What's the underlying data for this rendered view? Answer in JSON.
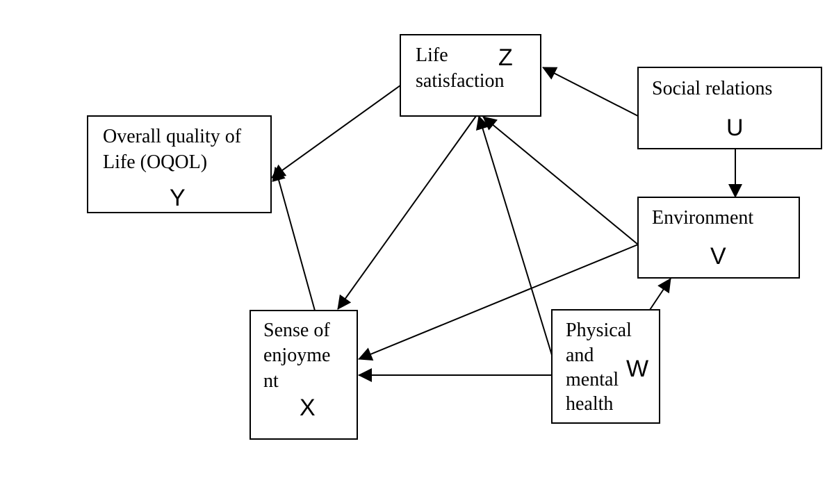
{
  "diagram": {
    "nodes": [
      {
        "id": "Z",
        "lines": [
          "Life",
          "satisfaction"
        ],
        "variable": "Z"
      },
      {
        "id": "U",
        "lines": [
          "Social relations"
        ],
        "variable": "U"
      },
      {
        "id": "Y",
        "lines": [
          "Overall quality of",
          "Life (OQOL)"
        ],
        "variable": "Y"
      },
      {
        "id": "V",
        "lines": [
          "Environment"
        ],
        "variable": "V"
      },
      {
        "id": "X",
        "lines": [
          "Sense of",
          "enjoyme",
          "nt"
        ],
        "variable": "X"
      },
      {
        "id": "W",
        "lines": [
          "Physical",
          "and",
          "mental",
          "health"
        ],
        "variable": "W"
      }
    ],
    "edges": [
      {
        "from": "Z",
        "to": "Y"
      },
      {
        "from": "U",
        "to": "Z"
      },
      {
        "from": "U",
        "to": "V"
      },
      {
        "from": "Z",
        "to": "X"
      },
      {
        "from": "X",
        "to": "Y"
      },
      {
        "from": "V",
        "to": "Z"
      },
      {
        "from": "V",
        "to": "X"
      },
      {
        "from": "W",
        "to": "Z"
      },
      {
        "from": "W",
        "to": "X"
      },
      {
        "from": "W",
        "to": "V"
      }
    ]
  }
}
